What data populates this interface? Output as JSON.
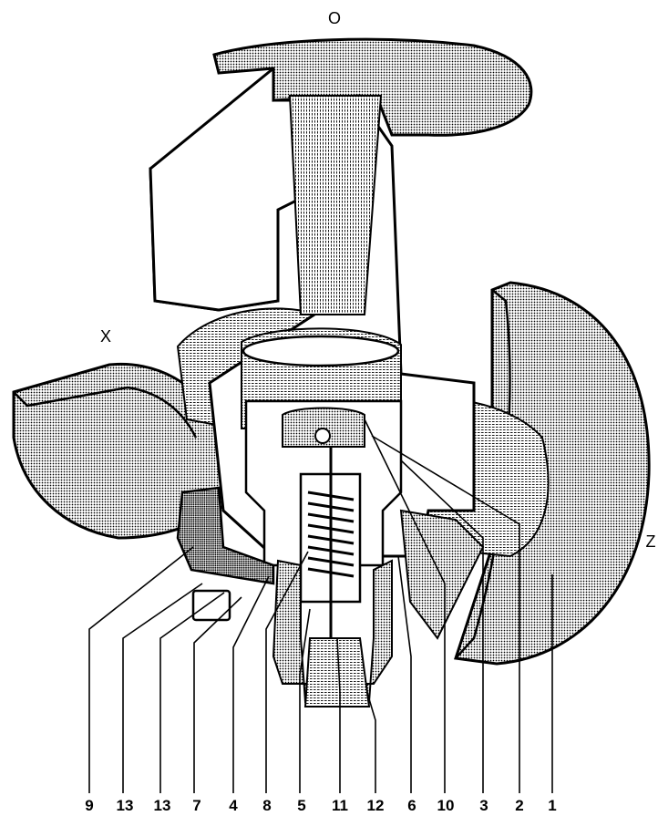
{
  "ports": {
    "outlet": "O",
    "inlet_left": "X",
    "inlet_right": "Z"
  },
  "callouts": [
    "9",
    "13",
    "13",
    "7",
    "4",
    "8",
    "5",
    "11",
    "12",
    "6",
    "10",
    "3",
    "2",
    "1"
  ]
}
